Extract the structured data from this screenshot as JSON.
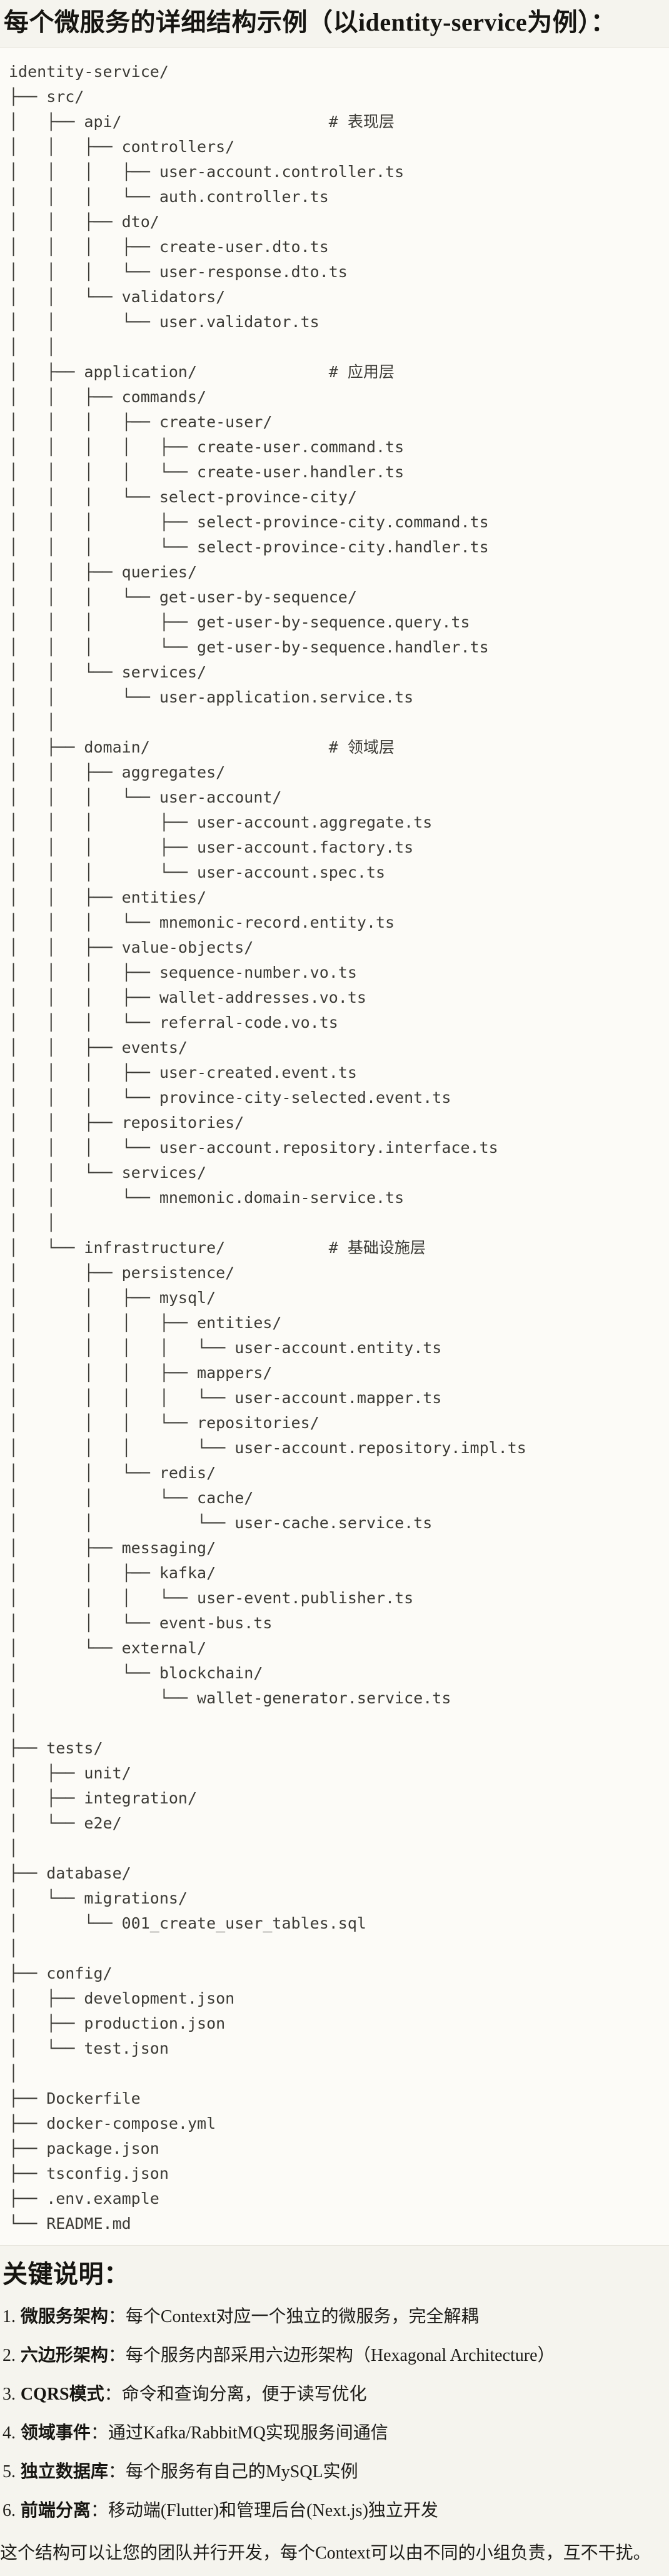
{
  "header": {
    "title": "每个微服务的详细结构示例（以identity-service为例）："
  },
  "tree": {
    "lines": [
      "identity-service/",
      "├── src/",
      "│   ├── api/                      # 表现层",
      "│   │   ├── controllers/",
      "│   │   │   ├── user-account.controller.ts",
      "│   │   │   └── auth.controller.ts",
      "│   │   ├── dto/",
      "│   │   │   ├── create-user.dto.ts",
      "│   │   │   └── user-response.dto.ts",
      "│   │   └── validators/",
      "│   │       └── user.validator.ts",
      "│   │",
      "│   ├── application/              # 应用层",
      "│   │   ├── commands/",
      "│   │   │   ├── create-user/",
      "│   │   │   │   ├── create-user.command.ts",
      "│   │   │   │   └── create-user.handler.ts",
      "│   │   │   └── select-province-city/",
      "│   │   │       ├── select-province-city.command.ts",
      "│   │   │       └── select-province-city.handler.ts",
      "│   │   ├── queries/",
      "│   │   │   └── get-user-by-sequence/",
      "│   │   │       ├── get-user-by-sequence.query.ts",
      "│   │   │       └── get-user-by-sequence.handler.ts",
      "│   │   └── services/",
      "│   │       └── user-application.service.ts",
      "│   │",
      "│   ├── domain/                   # 领域层",
      "│   │   ├── aggregates/",
      "│   │   │   └── user-account/",
      "│   │   │       ├── user-account.aggregate.ts",
      "│   │   │       ├── user-account.factory.ts",
      "│   │   │       └── user-account.spec.ts",
      "│   │   ├── entities/",
      "│   │   │   └── mnemonic-record.entity.ts",
      "│   │   ├── value-objects/",
      "│   │   │   ├── sequence-number.vo.ts",
      "│   │   │   ├── wallet-addresses.vo.ts",
      "│   │   │   └── referral-code.vo.ts",
      "│   │   ├── events/",
      "│   │   │   ├── user-created.event.ts",
      "│   │   │   └── province-city-selected.event.ts",
      "│   │   ├── repositories/",
      "│   │   │   └── user-account.repository.interface.ts",
      "│   │   └── services/",
      "│   │       └── mnemonic.domain-service.ts",
      "│   │",
      "│   └── infrastructure/           # 基础设施层",
      "│       ├── persistence/",
      "│       │   ├── mysql/",
      "│       │   │   ├── entities/",
      "│       │   │   │   └── user-account.entity.ts",
      "│       │   │   ├── mappers/",
      "│       │   │   │   └── user-account.mapper.ts",
      "│       │   │   └── repositories/",
      "│       │   │       └── user-account.repository.impl.ts",
      "│       │   └── redis/",
      "│       │       └── cache/",
      "│       │           └── user-cache.service.ts",
      "│       ├── messaging/",
      "│       │   ├── kafka/",
      "│       │   │   └── user-event.publisher.ts",
      "│       │   └── event-bus.ts",
      "│       └── external/",
      "│           └── blockchain/",
      "│               └── wallet-generator.service.ts",
      "│",
      "├── tests/",
      "│   ├── unit/",
      "│   ├── integration/",
      "│   └── e2e/",
      "│",
      "├── database/",
      "│   └── migrations/",
      "│       └── 001_create_user_tables.sql",
      "│",
      "├── config/",
      "│   ├── development.json",
      "│   ├── production.json",
      "│   └── test.json",
      "│",
      "├── Dockerfile",
      "├── docker-compose.yml",
      "├── package.json",
      "├── tsconfig.json",
      "├── .env.example",
      "└── README.md"
    ]
  },
  "key_notes": {
    "heading": "关键说明：",
    "items": [
      {
        "num": "1.",
        "label": "微服务架构",
        "text": "：每个Context对应一个独立的微服务，完全解耦"
      },
      {
        "num": "2.",
        "label": "六边形架构",
        "text": "：每个服务内部采用六边形架构（Hexagonal Architecture）"
      },
      {
        "num": "3.",
        "label": "CQRS模式",
        "text": "：命令和查询分离，便于读写优化"
      },
      {
        "num": "4.",
        "label": "领域事件",
        "text": "：通过Kafka/RabbitMQ实现服务间通信"
      },
      {
        "num": "5.",
        "label": "独立数据库",
        "text": "：每个服务有自己的MySQL实例"
      },
      {
        "num": "6.",
        "label": "前端分离",
        "text": "：移动端(Flutter)和管理后台(Next.js)独立开发"
      }
    ]
  },
  "closing": "这个结构可以让您的团队并行开发，每个Context可以由不同的小组负责，互不干扰。"
}
